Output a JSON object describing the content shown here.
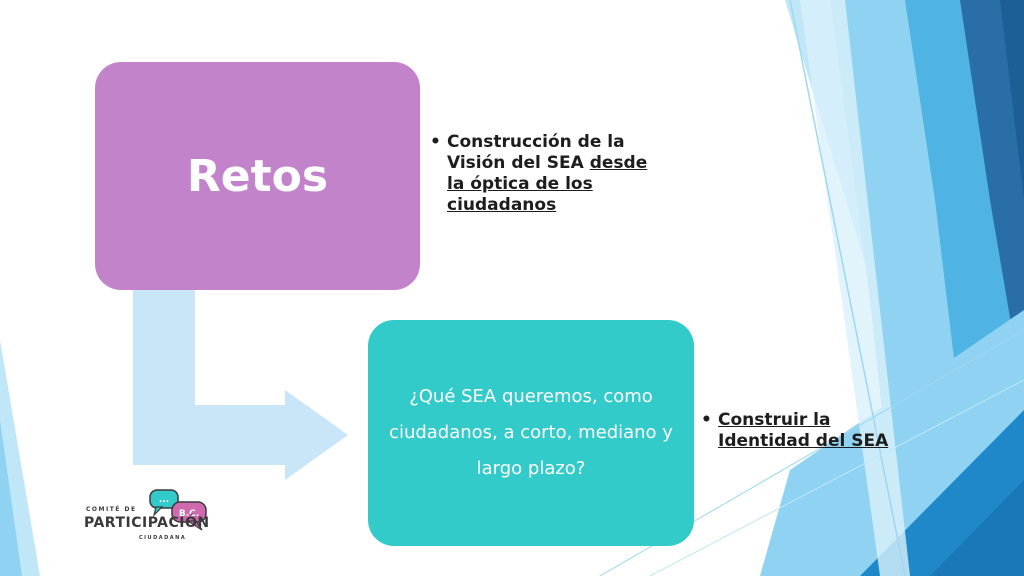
{
  "colors": {
    "retos_box": "#c383cb",
    "question_box": "#32cbca",
    "arrow": "#c8e6f7",
    "background_accents": [
      "#1f88c9",
      "#4fb3e4",
      "#8fd2f1",
      "#bfe7f8"
    ]
  },
  "retos": {
    "title": "Retos"
  },
  "bullet1": {
    "text_plain": "Construcción de la Visión del SEA ",
    "text_underlined": "desde la óptica de los ciudadanos"
  },
  "question": {
    "text": "¿Qué SEA queremos, como ciudadanos, a corto, mediano y largo plazo?"
  },
  "bullet2": {
    "text_underlined": "Construir la Identidad del SEA"
  },
  "logo": {
    "top": "COMITÉ DE",
    "main": "PARTICIPACIÓN",
    "bottom": "CIUDADANA",
    "bubble_dots": "...",
    "bubble_text": "B.C."
  }
}
